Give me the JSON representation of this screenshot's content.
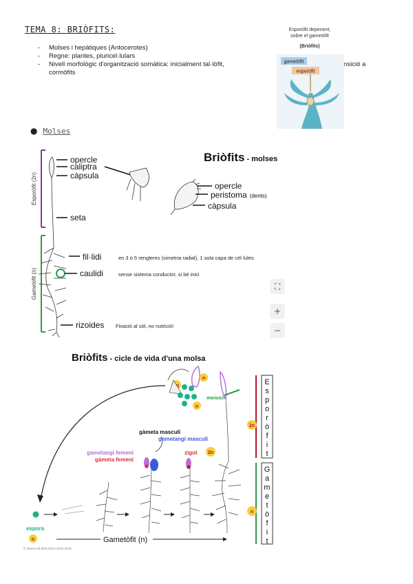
{
  "header": {
    "title": "TEMA 8: BRIÒFITS:"
  },
  "bullets": [
    {
      "marker": "-",
      "text": "Molses i hepàtiques (Antocerotes)"
    },
    {
      "marker": "-",
      "text": "Regne: plantes, pluricel·lulars"
    },
    {
      "marker": "-",
      "text": "Nivell morfològic d'organització somàtica: inicialment tal·lòfit,"
    },
    {
      "marker": "",
      "text": "cormòfits"
    }
  ],
  "transicio_text": "transició a",
  "figure_top": {
    "caption_line1": "Esporòfit depenent,",
    "caption_line2": "sobre el gametòfit",
    "caption_line3": "(Briòfits)",
    "label_gametofit": "gametòfit",
    "label_esporofit": "esporòfit",
    "colors": {
      "gametofit_box": "#a9cdeb",
      "esporofit_box": "#f6c49a",
      "plant": "#5bb4c6",
      "bg": "#eef4f7"
    }
  },
  "section2": {
    "bullet": "●",
    "label": "Molses"
  },
  "figure_mid": {
    "title_main": "Briòfits",
    "title_sub": " - molses",
    "labels": {
      "opercle": "opercle",
      "caliptra": "caliptra",
      "capsula": "càpsula",
      "seta": "seta",
      "opercle2": "opercle",
      "peristoma": "peristoma",
      "dents": "(dents)",
      "capsula2": "càpsula",
      "filidi": "fil·lidi",
      "caulidi": "caulidi",
      "rizoides": "rizoides"
    },
    "notes": {
      "filidi": "en 3 ó 5 rengleres (simetria radial), 1 sola capa de cèl·lules",
      "caulidi": "sense sistema conductor, si bé inici",
      "rizoides": "Fixació al sòl, no nutrició!"
    },
    "side_labels": {
      "esporofit": "Esporòfit (2n)",
      "gametofit": "Gametòfit (n)"
    },
    "colors": {
      "esporofit_bar": "#7a3d8f",
      "gametofit_bar": "#2e9b4a",
      "circle": "#2e9b4a"
    }
  },
  "zoom": {
    "fit": "⛶",
    "plus": "+",
    "minus": "−"
  },
  "figure_bot": {
    "title_main": "Briòfits",
    "title_sub": " - cicle de vida d'una molsa",
    "labels": {
      "gameta_masculi": "gàmeta masculí",
      "gametangi_masculi": "gametangi masculí",
      "gametangi_femeni": "gametangi femení",
      "gameta_femeni": "gàmeta femení",
      "zigot": "zigot",
      "meiosi": "meiosi!",
      "espora": "espora",
      "gametofit": "Gametòfit (n)",
      "n": "n",
      "two_n": "2n",
      "footer": "© Jaume Alt BIOLOGIA 2016-2018"
    },
    "side_letters_esporofit": [
      "E",
      "s",
      "p",
      "o",
      "r",
      "ò",
      "f",
      "i",
      "t"
    ],
    "side_letters_gametofit": [
      "G",
      "a",
      "m",
      "e",
      "t",
      "ò",
      "f",
      "i",
      "t"
    ],
    "colors": {
      "purple": "#b86fd6",
      "red": "#d8323a",
      "blue": "#3a5ad8",
      "green": "#2a9a4a",
      "teal": "#19b38a",
      "yellow": "#f5cf3a",
      "dark_red": "#b2172b"
    }
  }
}
